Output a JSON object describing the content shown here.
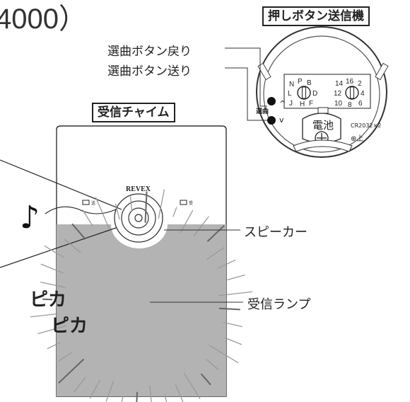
{
  "title_partial": "4000）",
  "transmitter": {
    "title": "押しボタン送信機",
    "label_prev": "選曲ボタン戻り",
    "label_next": "選曲ボタン送り",
    "select_label": "選曲",
    "dial_left": [
      "N",
      "P",
      "B",
      "L",
      "D",
      "J",
      "H",
      "F"
    ],
    "dial_right": [
      "14",
      "16",
      "2",
      "12",
      "4",
      "10",
      "8",
      "6"
    ],
    "battery_label": "電池",
    "battery_spec": "CR2032×2",
    "up_mark": "⊕上"
  },
  "receiver": {
    "title": "受信チャイム",
    "brand": "REVEX",
    "small_left": "送",
    "small_right": "受",
    "speaker_label": "スピーカー",
    "lamp_label": "受信ランプ",
    "flash_1": "ピカ",
    "flash_2": "ピカ",
    "note": "♪"
  },
  "colors": {
    "lamp_gray": "#b3b3b3",
    "ray_gray": "#9a9a9a",
    "line": "#333333"
  }
}
